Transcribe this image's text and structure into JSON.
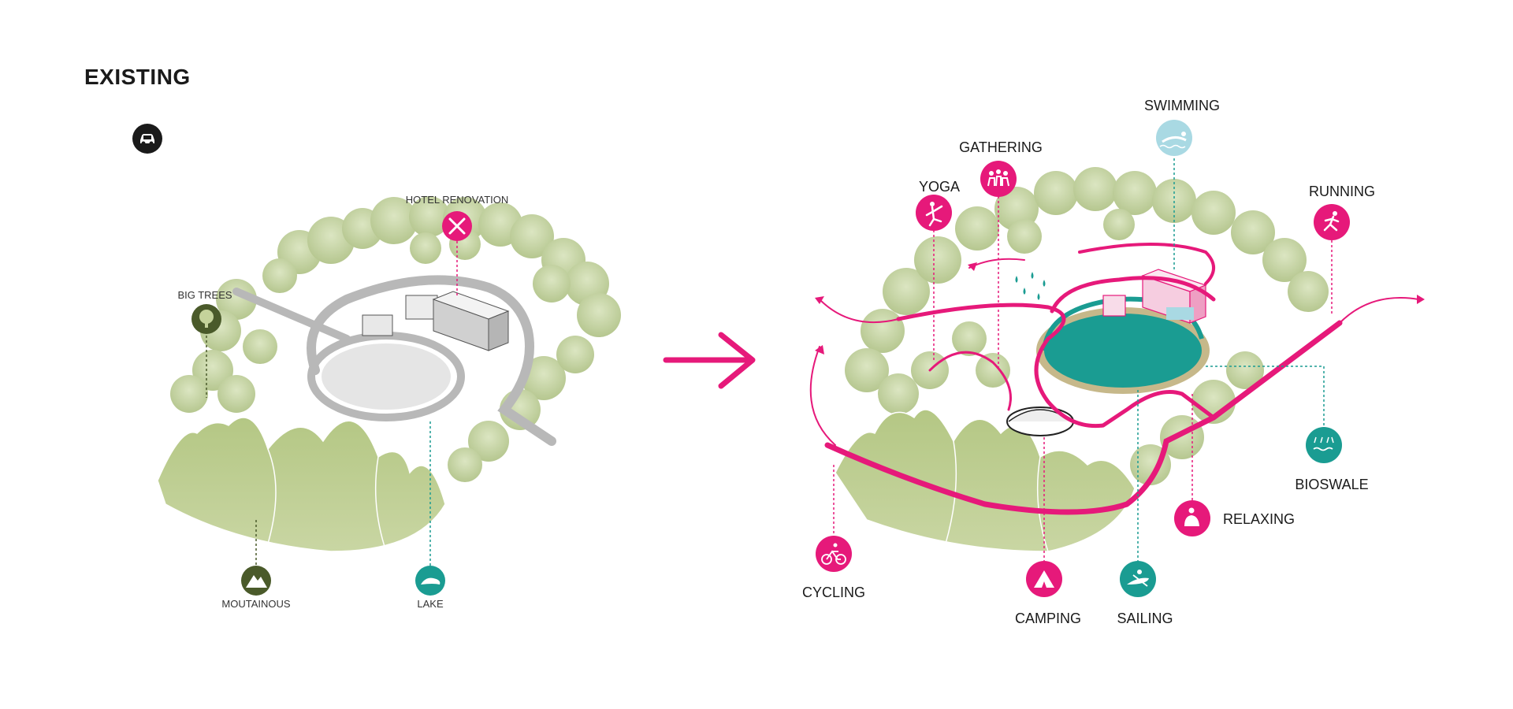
{
  "existing": {
    "title": "EXISTING",
    "car_icon": "car-icon",
    "labels": {
      "hotel_renovation": "HOTEL RENOVATION",
      "big_trees": "BIG TREES",
      "mountainous": "MOUTAINOUS",
      "lake": "LAKE"
    }
  },
  "proposed": {
    "labels": {
      "swimming": "SWIMMING",
      "gathering": "GATHERING",
      "yoga": "YOGA",
      "running": "RUNNING",
      "bioswale": "BIOSWALE",
      "relaxing": "RELAXING",
      "cycling": "CYCLING",
      "camping": "CAMPING",
      "sailing": "SAILING"
    }
  },
  "colors": {
    "magenta": "#e6197a",
    "teal": "#1a9c92",
    "olive": "#4a5a2a",
    "light_blue": "#a9d9e3",
    "tree_green": "#b9cc8e",
    "gray_road": "#b8b8b8",
    "dark": "#1a1a1a"
  },
  "icons": [
    "hotel-renovation-icon",
    "big-trees-icon",
    "mountain-icon",
    "lake-icon",
    "swimming-icon",
    "gathering-icon",
    "yoga-icon",
    "running-icon",
    "bioswale-icon",
    "relaxing-icon",
    "cycling-icon",
    "camping-icon",
    "sailing-icon",
    "arrow-right-icon"
  ]
}
